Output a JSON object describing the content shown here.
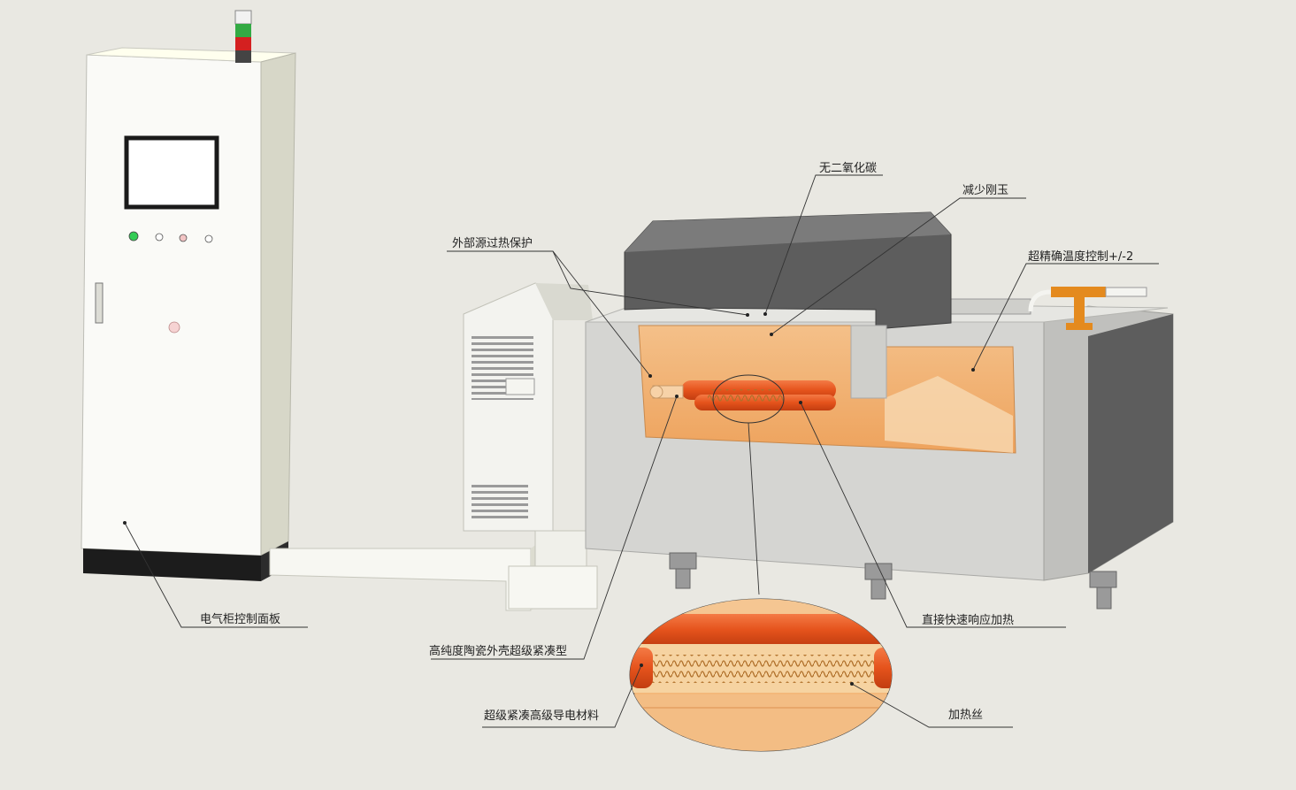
{
  "labels": {
    "no_co2": "无二氧化碳",
    "less_corundum": "减少刚玉",
    "external_overheat": "外部源过热保护",
    "precise_temp": "超精确温度控制+/-2",
    "cabinet_panel": "电气柜控制面板",
    "direct_heating": "直接快速响应加热",
    "ceramic_shell": "高纯度陶瓷外壳超级紧凑型",
    "conductive_material": "超级紧凑高级导电材料",
    "heating_wire": "加热丝"
  },
  "colors": {
    "background": "#e9e8e2",
    "cabinet": "#fafaf7",
    "furnace_gray": "#cfcfcf",
    "lid_dark": "#555555",
    "molten": "#f2b777",
    "element": "#e8521e",
    "leader_line": "#333333"
  }
}
